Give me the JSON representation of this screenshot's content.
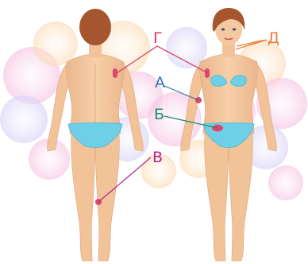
{
  "labels": {
    "a": "А",
    "b": "Б",
    "v": "В",
    "g": "Г",
    "d": "Д"
  },
  "colors": {
    "label_a": "#2e74b5",
    "label_b": "#1c8a6a",
    "label_v": "#b0288f",
    "label_g": "#d6375e",
    "label_d": "#ef7a2e",
    "skin": "#f5c9a0",
    "skin_shadow": "#e6ab7f",
    "hair": "#a5562f",
    "swimsuit": "#6fcfe6",
    "marker": "#e0476e"
  },
  "icons": [
    "back-view-figure-icon",
    "front-view-figure-icon"
  ]
}
